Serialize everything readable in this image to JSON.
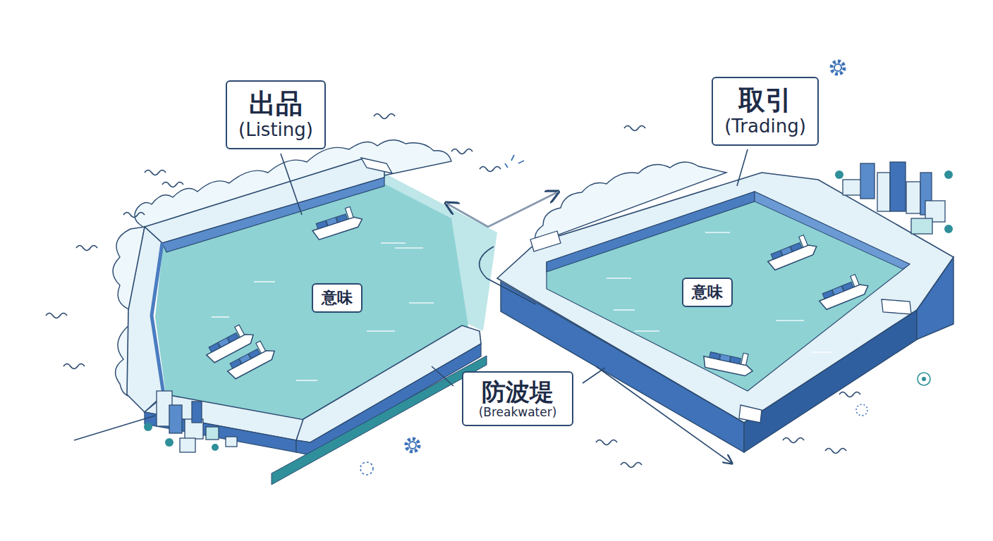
{
  "diagram": {
    "nodes": [
      {
        "text": [
          "出品",
          "(Listing)"
        ]
      },
      {
        "text": [
          "意味"
        ]
      },
      {
        "text": [
          "取引",
          "(Trading)"
        ]
      },
      {
        "text": [
          "意味"
        ]
      },
      {
        "text": [
          "防波堤",
          "(Breakwater)"
        ]
      }
    ]
  }
}
